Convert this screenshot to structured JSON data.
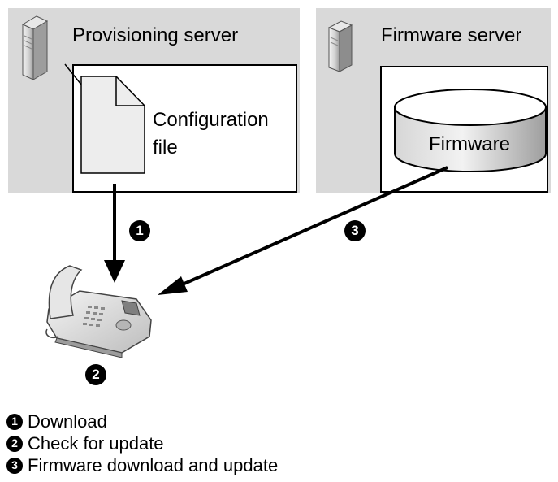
{
  "provisioning": {
    "title": "Provisioning server",
    "file_line1": "Configuration",
    "file_line2": "file"
  },
  "firmware_server": {
    "title": "Firmware server",
    "db_label": "Firmware"
  },
  "steps": {
    "one": "1",
    "two": "2",
    "three": "3"
  },
  "legend": [
    {
      "num": "1",
      "text": "Download"
    },
    {
      "num": "2",
      "text": "Check for update"
    },
    {
      "num": "3",
      "text": "Firmware download and update"
    }
  ]
}
